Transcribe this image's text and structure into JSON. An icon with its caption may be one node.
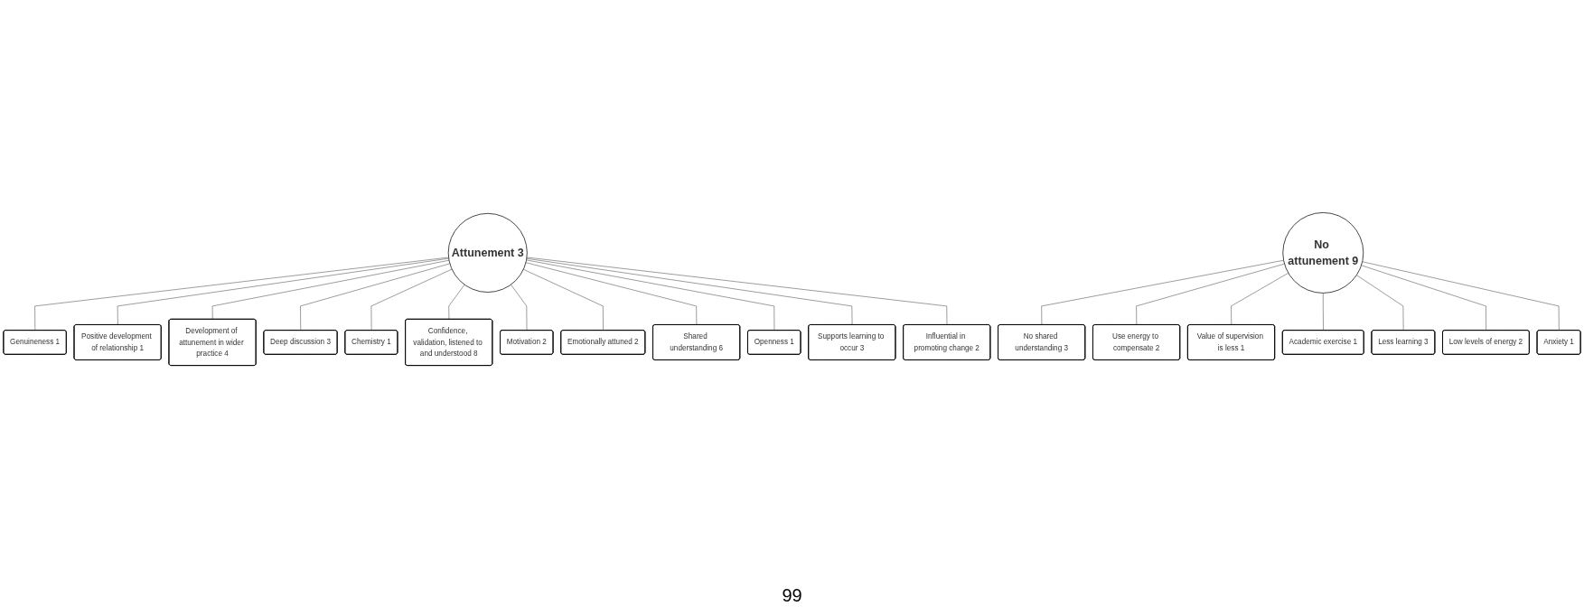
{
  "diagram": {
    "nodes": [
      {
        "text": [
          "Attunement 3"
        ]
      },
      {
        "text": [
          "Genuineness 1"
        ]
      },
      {
        "text": [
          "Positive development of relationship 1"
        ]
      },
      {
        "text": [
          "Development of attunement in wider practice 4"
        ]
      },
      {
        "text": [
          "Deep discussion 3"
        ]
      },
      {
        "text": [
          "Chemistry 1"
        ]
      },
      {
        "text": [
          "Confidence, validation, listened to and understood 8"
        ]
      },
      {
        "text": [
          "Motivation 2"
        ]
      },
      {
        "text": [
          "Emotionally attuned 2"
        ]
      },
      {
        "text": [
          "Shared understanding 6"
        ]
      },
      {
        "text": [
          "Openness 1"
        ]
      },
      {
        "text": [
          "Supports learning to occur 3"
        ]
      },
      {
        "text": [
          "Influential in promoting change 2"
        ]
      },
      {
        "text": [
          "No attunement 9"
        ]
      },
      {
        "text": [
          "No shared understanding 3"
        ]
      },
      {
        "text": [
          "Use energy to compensate 2"
        ]
      },
      {
        "text": [
          "Value of supervision is less 1"
        ]
      },
      {
        "text": [
          "Academic exercise 1"
        ]
      },
      {
        "text": [
          "Less learning 3"
        ]
      },
      {
        "text": [
          "Low levels of energy 2"
        ]
      },
      {
        "text": [
          "Anxiety 1"
        ]
      }
    ],
    "edges": [
      {
        "from": 0,
        "to": 1,
        "arrow": "none"
      },
      {
        "from": 0,
        "to": 2,
        "arrow": "none"
      },
      {
        "from": 0,
        "to": 3,
        "arrow": "none"
      },
      {
        "from": 0,
        "to": 4,
        "arrow": "none"
      },
      {
        "from": 0,
        "to": 5,
        "arrow": "none"
      },
      {
        "from": 0,
        "to": 6,
        "arrow": "none"
      },
      {
        "from": 0,
        "to": 7,
        "arrow": "none"
      },
      {
        "from": 0,
        "to": 8,
        "arrow": "none"
      },
      {
        "from": 0,
        "to": 9,
        "arrow": "none"
      },
      {
        "from": 0,
        "to": 10,
        "arrow": "none"
      },
      {
        "from": 0,
        "to": 11,
        "arrow": "none"
      },
      {
        "from": 0,
        "to": 12,
        "arrow": "none"
      },
      {
        "from": 13,
        "to": 14,
        "arrow": "none"
      },
      {
        "from": 13,
        "to": 15,
        "arrow": "none"
      },
      {
        "from": 13,
        "to": 16,
        "arrow": "none"
      },
      {
        "from": 13,
        "to": 17,
        "arrow": "none"
      },
      {
        "from": 13,
        "to": 18,
        "arrow": "none"
      },
      {
        "from": 13,
        "to": 19,
        "arrow": "none"
      },
      {
        "from": 13,
        "to": 20,
        "arrow": "none"
      }
    ],
    "labels": [
      "99"
    ]
  }
}
